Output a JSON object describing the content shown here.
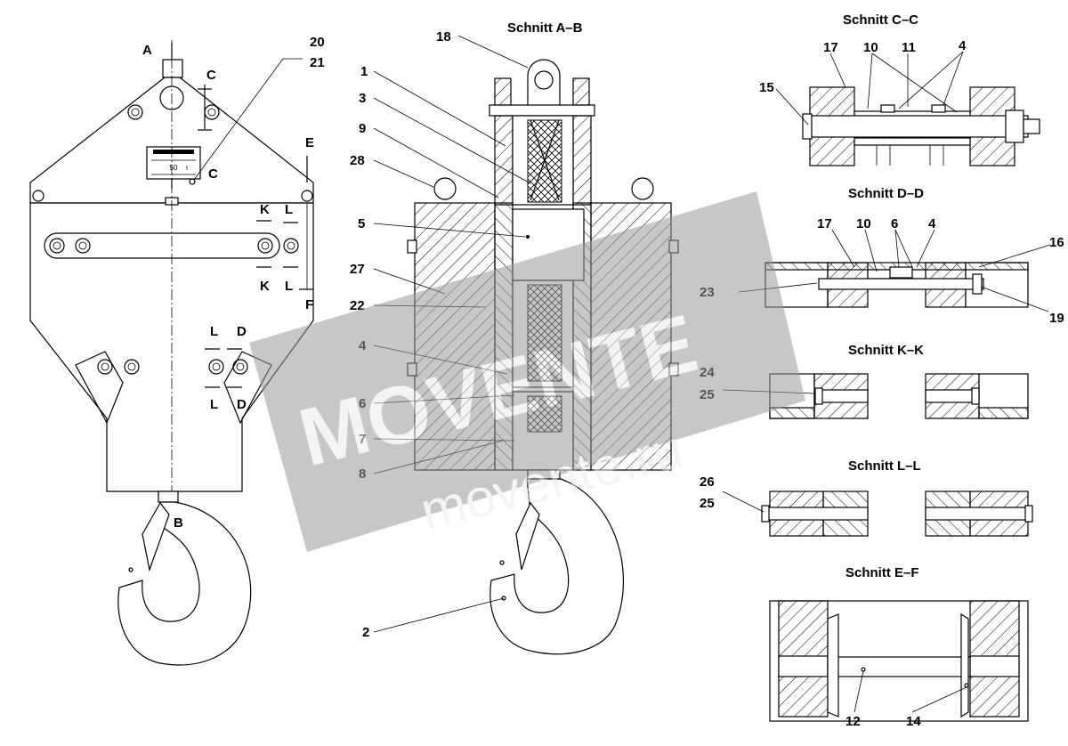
{
  "sections": {
    "ab": "Schnitt A–B",
    "cc": "Schnitt C–C",
    "dd": "Schnitt D–D",
    "kk": "Schnitt K–K",
    "ll": "Schnitt L–L",
    "ef": "Schnitt E–F"
  },
  "markers": {
    "A": "A",
    "B": "B",
    "C": "C",
    "C2": "C",
    "D": "D",
    "D2": "D",
    "E": "E",
    "F": "F",
    "K": "K",
    "K2": "K",
    "L": "L",
    "L2": "L",
    "L3": "L",
    "L4": "L"
  },
  "parts": {
    "p20": "20",
    "p21": "21",
    "p18": "18",
    "p1": "1",
    "p3": "3",
    "p9": "9",
    "p28": "28",
    "p5": "5",
    "p27": "27",
    "p22": "22",
    "p4a": "4",
    "p6a": "6",
    "p7": "7",
    "p8": "8",
    "p2": "2",
    "p17a": "17",
    "p10a": "10",
    "p11": "11",
    "p4b": "4",
    "p15": "15",
    "p17b": "17",
    "p10b": "10",
    "p6b": "6",
    "p4c": "4",
    "p16": "16",
    "p23": "23",
    "p19": "19",
    "p24": "24",
    "p25a": "25",
    "p26": "26",
    "p25b": "25",
    "p12": "12",
    "p14": "14"
  },
  "nameplate": {
    "value": "50",
    "unit": "t"
  },
  "watermark": {
    "brand": "MOVENTE",
    "site": "movente.ru"
  }
}
